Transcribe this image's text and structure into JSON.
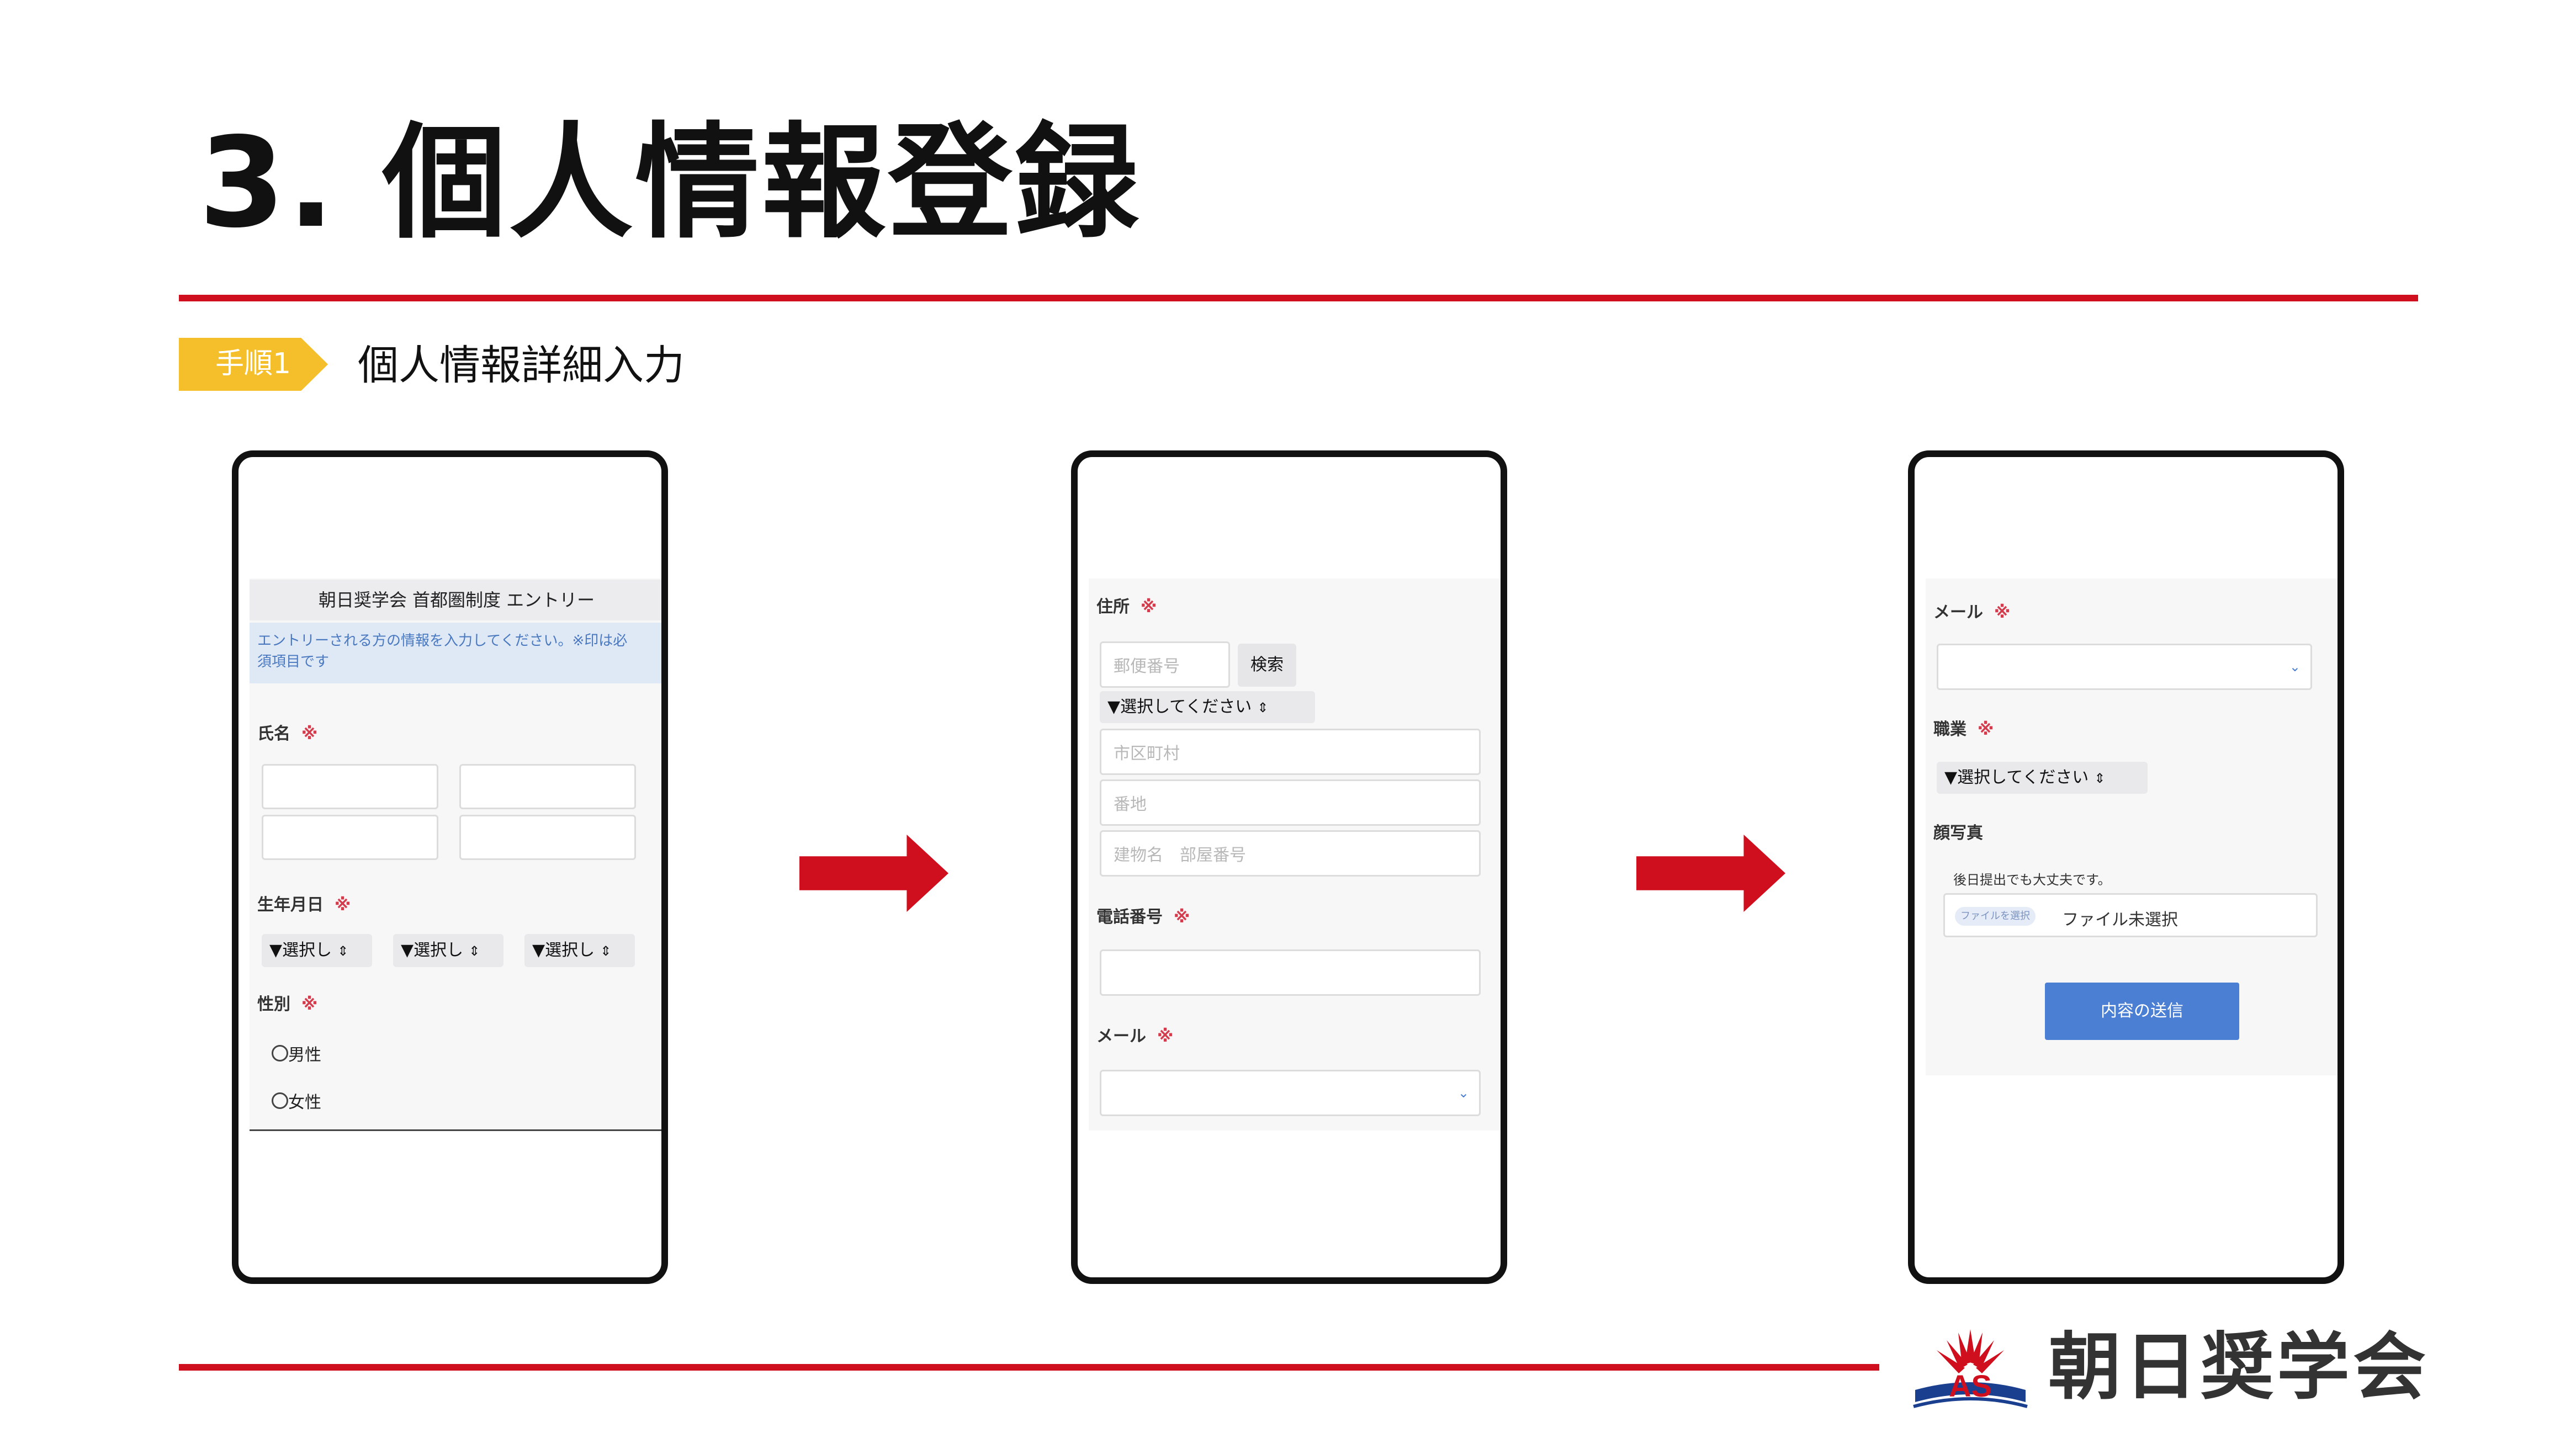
{
  "slide": {
    "title": "3.  個人情報登録",
    "step_tag": "手順1",
    "step_title": "個人情報詳細入力",
    "accent_color": "#d00f1e",
    "tag_color": "#f4bf2a"
  },
  "screen1": {
    "header": "朝日奨学会 首都圏制度 エントリー",
    "notice": "エントリーされる方の情報を入力してください。※印は必須項目です",
    "notice_line1": "エントリーされる方の情報を入力してください。※印は必",
    "notice_line2": "須項目です",
    "required_mark": "※",
    "name_label": "氏名",
    "birth_label": "生年月日",
    "birth_selects": [
      "▼選択し",
      "▼選択し",
      "▼選択し"
    ],
    "gender_label": "性別",
    "gender_options": [
      "男性",
      "女性"
    ]
  },
  "screen2": {
    "address_label": "住所",
    "postal_placeholder": "郵便番号",
    "search_button": "検索",
    "prefecture_select": "▼選択してください",
    "city_placeholder": "市区町村",
    "block_placeholder": "番地",
    "building_placeholder": "建物名　部屋番号",
    "phone_label": "電話番号",
    "mail_label": "メール",
    "required_mark": "※"
  },
  "screen3": {
    "mail_label": "メール",
    "job_label": "職業",
    "job_select": "▼選択してください",
    "photo_label": "顔写真",
    "photo_note": "後日提出でも大丈夫です。",
    "file_button": "ファイルを選択",
    "file_status": "ファイル未選択",
    "submit_button": "内容の送信",
    "submit_color": "#4a7fd4",
    "required_mark": "※"
  },
  "logo": {
    "text": "朝日奨学会",
    "emblem_letters": "AS"
  },
  "icons": {
    "arrow": "right-arrow-icon",
    "select": "updown-caret-icon",
    "dropdown": "chevron-down-icon",
    "radio": "radio-icon"
  }
}
